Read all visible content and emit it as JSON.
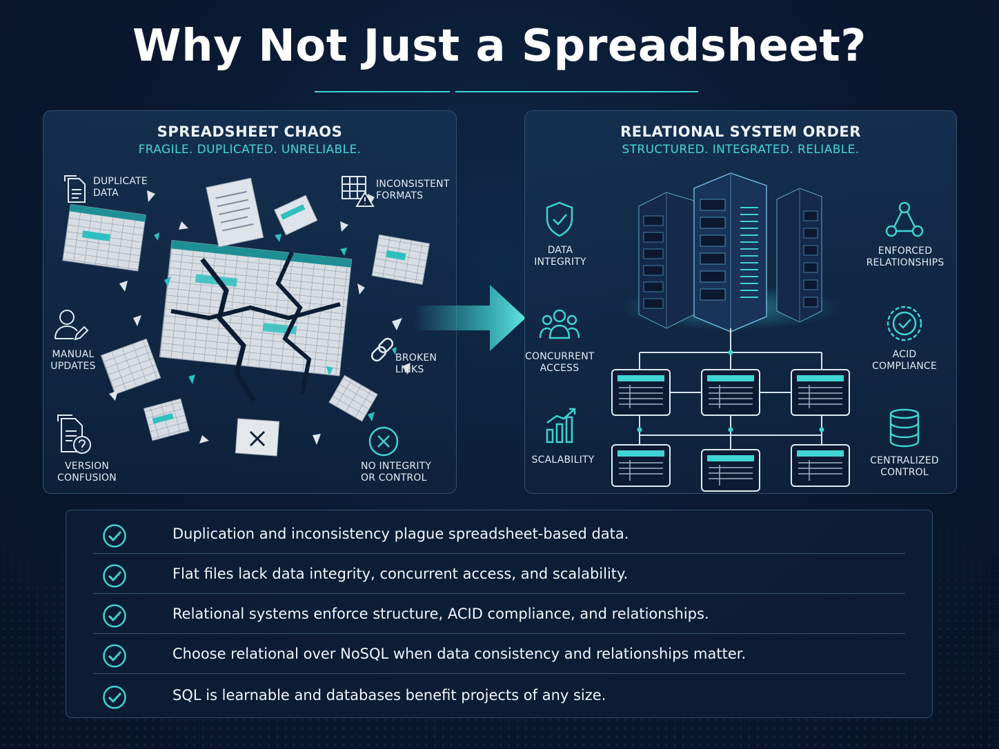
{
  "title": "Why Not Just a Spreadsheet?",
  "left_panel": {
    "title": "SPREADSHEET CHAOS",
    "subtitle": "FRAGILE. DUPLICATED. UNRELIABLE.",
    "labels": {
      "duplicate_data": [
        "DUPLICATE",
        "DATA"
      ],
      "inconsistent_formats": [
        "INCONSISTENT",
        "FORMATS"
      ],
      "manual_updates": [
        "MANUAL",
        "UPDATES"
      ],
      "broken_links": [
        "BROKEN",
        "LINKS"
      ],
      "version_confusion": [
        "VERSION",
        "CONFUSION"
      ],
      "no_integrity": [
        "NO INTEGRITY",
        "OR CONTROL"
      ]
    }
  },
  "right_panel": {
    "title": "RELATIONAL SYSTEM ORDER",
    "subtitle": "STRUCTURED. INTEGRATED. RELIABLE.",
    "labels": {
      "data_integrity": [
        "DATA",
        "INTEGRITY"
      ],
      "enforced_relationships": [
        "ENFORCED",
        "RELATIONSHIPS"
      ],
      "concurrent_access": [
        "CONCURRENT",
        "ACCESS"
      ],
      "acid_compliance": [
        "ACID",
        "COMPLIANCE"
      ],
      "scalability": [
        "SCALABILITY"
      ],
      "centralized_control": [
        "CENTRALIZED",
        "CONTROL"
      ]
    }
  },
  "summary": [
    "Duplication and inconsistency plague spreadsheet-based data.",
    "Flat files lack data integrity, concurrent access, and scalability.",
    "Relational systems enforce structure, ACID compliance, and relationships.",
    "Choose relational over NoSQL when data consistency and relationships matter.",
    "SQL is learnable and databases benefit projects of any size."
  ],
  "colors": {
    "background": "#0a1a33",
    "accent": "#40d4d4",
    "panel_border": "#31506d",
    "text": "#e8f1f8"
  },
  "icons": [
    "document-icon",
    "grid-warning-icon",
    "user-edit-icon",
    "broken-link-icon",
    "document-question-icon",
    "x-circle-icon",
    "shield-check-icon",
    "network-nodes-icon",
    "users-icon",
    "gear-check-icon",
    "bar-chart-icon",
    "database-icon",
    "check-circle-icon",
    "server-rack-icon",
    "arrow-right-icon"
  ]
}
